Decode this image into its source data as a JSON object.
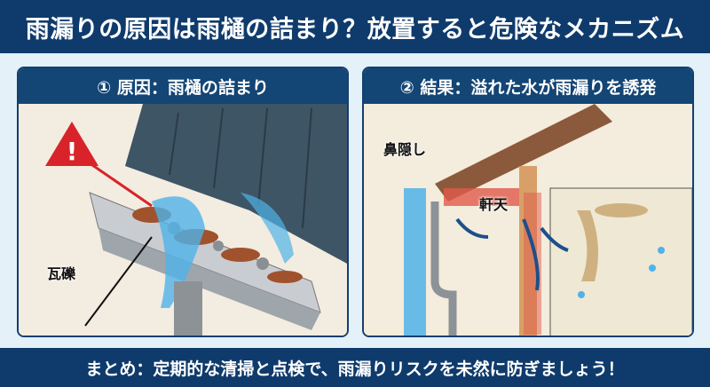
{
  "title": "雨漏りの原因は雨樋の詰まり？放置すると危険なメカニズム",
  "panel1": {
    "heading": "① 原因：雨樋の詰まり",
    "label_debris": "瓦礫",
    "icon": "warning-icon"
  },
  "panel2": {
    "heading": "② 結果：溢れた水が雨漏りを誘発",
    "label_fascia": "鼻隠し",
    "label_soffit": "軒天"
  },
  "footer": "まとめ：定期的な清掃と点検で、雨漏りリスクを未然に防ぎましょう！",
  "colors": {
    "navy": "#0f3b6c",
    "water": "#4fb3e8",
    "warning": "#d9232a"
  }
}
